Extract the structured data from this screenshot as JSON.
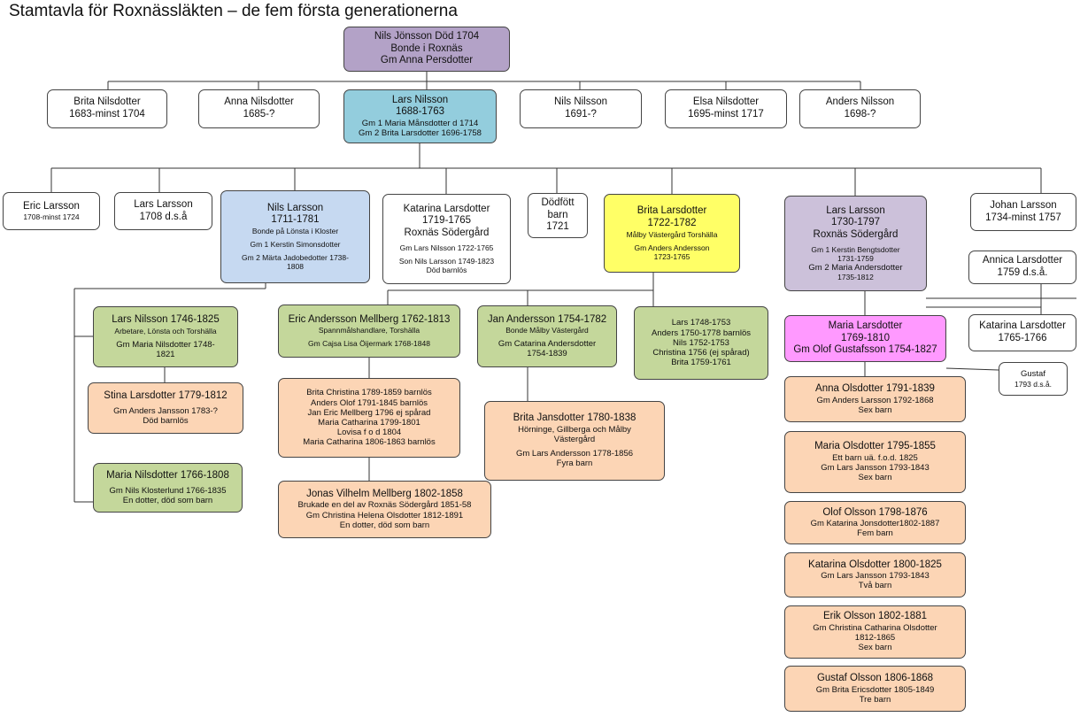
{
  "title": "Stamtavla för Roxnässläkten – de fem första generationerna",
  "nodes": {
    "nils_jonsson": {
      "lines": [
        "Nils Jönsson Död 1704",
        "Bonde i Roxnäs",
        "Gm Anna Persdotter"
      ]
    },
    "brita_nilsdotter": {
      "lines": [
        "Brita Nilsdotter",
        "1683-minst 1704"
      ]
    },
    "anna_nilsdotter": {
      "lines": [
        "Anna Nilsdotter",
        "1685-?"
      ]
    },
    "lars_nilsson": {
      "lines": [
        "Lars Nilsson",
        "1688-1763",
        "Gm 1 Maria Månsdotter d 1714",
        "Gm 2 Brita Larsdotter 1696-1758"
      ]
    },
    "nils_nilsson": {
      "lines": [
        "Nils Nilsson",
        "1691-?"
      ]
    },
    "elsa_nilsdotter": {
      "lines": [
        "Elsa Nilsdotter",
        "1695-minst 1717"
      ]
    },
    "anders_nilsson": {
      "lines": [
        "Anders Nilsson",
        "1698-?"
      ]
    },
    "eric_larsson": {
      "lines": [
        "Eric Larsson",
        "1708-minst 1724"
      ]
    },
    "lars_larsson_1708": {
      "lines": [
        "Lars Larsson",
        "1708 d.s.å"
      ]
    },
    "nils_larsson": {
      "lines": [
        "Nils Larsson",
        "1711-1781",
        "Bonde på Lönsta i Kloster",
        "Gm 1 Kerstin Simonsdotter",
        "Gm 2 Märta Jadobedotter 1738-",
        "1808"
      ]
    },
    "katarina_larsdotter_1719": {
      "lines": [
        "Katarina Larsdotter",
        "1719-1765",
        "Roxnäs Södergård",
        "Gm Lars Nilsson 1722-1765",
        "Son Nils Larsson 1749-1823",
        "Död barnlös"
      ]
    },
    "dodfott_barn": {
      "lines": [
        "Dödfött",
        "barn",
        "1721"
      ]
    },
    "brita_larsdotter": {
      "lines": [
        "Brita Larsdotter",
        "1722-1782",
        "Målby Västergård Torshälla",
        "Gm Anders Andersson",
        "1723-1765"
      ]
    },
    "lars_larsson_1730": {
      "lines": [
        "Lars Larsson",
        "1730-1797",
        "Roxnäs Södergård",
        "Gm 1 Kerstin Bengtsdotter",
        "1731-1759",
        "Gm 2 Maria Andersdotter",
        "1735-1812"
      ]
    },
    "johan_larsson": {
      "lines": [
        "Johan Larsson",
        "1734-minst 1757"
      ]
    },
    "annica_larsdotter": {
      "lines": [
        "Annica Larsdotter",
        "1759 d.s.å."
      ]
    },
    "katarina_larsdotter_1765": {
      "lines": [
        "Katarina Larsdotter",
        "1765-1766"
      ]
    },
    "lars_nilsson_1746": {
      "lines": [
        "Lars Nilsson 1746-1825",
        "Arbetare, Lönsta och Torshälla",
        "Gm Maria Nilsdotter 1748-",
        "1821"
      ]
    },
    "stina_larsdotter": {
      "lines": [
        "Stina Larsdotter 1779-1812",
        "Gm Anders Jansson 1783-?",
        "Död barnlös"
      ]
    },
    "maria_nilsdotter": {
      "lines": [
        "Maria Nilsdotter 1766-1808",
        "Gm Nils Klosterlund 1766-1835",
        "En dotter, död som barn"
      ]
    },
    "eric_andersson": {
      "lines": [
        "Eric Andersson Mellberg 1762-1813",
        "Spannmålshandlare, Torshälla",
        "Gm Cajsa Lisa Öijermark 1768-1848"
      ]
    },
    "mellberg_children": {
      "lines": [
        "Brita Christina 1789-1859 barnlös",
        "Anders Olof 1791-1845 barnlös",
        "Jan Eric Mellberg 1796 ej spårad",
        "Maria Catharina 1799-1801",
        "Lovisa f o d 1804",
        "Maria Catharina 1806-1863 barnlös"
      ]
    },
    "jonas_vilhelm": {
      "lines": [
        "Jonas Vilhelm Mellberg 1802-1858",
        "Brukade en del av Roxnäs Södergård 1851-58",
        "Gm Christina Helena Olsdotter 1812-1891",
        "En dotter, död som barn"
      ]
    },
    "jan_andersson": {
      "lines": [
        "Jan Andersson 1754-1782",
        "Bonde Målby Västergård",
        "Gm Catarina Andersdotter",
        "1754-1839"
      ]
    },
    "brita_jansdotter": {
      "lines": [
        "Brita Jansdotter 1780-1838",
        "Hörninge, Gillberga och Målby",
        "Västergård",
        "Gm Lars Andersson 1778-1856",
        "Fyra barn"
      ]
    },
    "lars_1748_group": {
      "lines": [
        "Lars 1748-1753",
        "Anders 1750-1778 barnlös",
        "Nils 1752-1753",
        "Christina 1756 (ej spårad)",
        "Brita 1759-1761"
      ]
    },
    "maria_larsdotter": {
      "lines": [
        "Maria Larsdotter",
        "1769-1810",
        "Gm Olof Gustafsson 1754-1827"
      ]
    },
    "gustaf": {
      "lines": [
        "Gustaf",
        "1793 d.s.å."
      ]
    },
    "anna_olsdotter": {
      "lines": [
        "Anna Olsdotter 1791-1839",
        "Gm Anders Larsson 1792-1868",
        "Sex barn"
      ]
    },
    "maria_olsdotter": {
      "lines": [
        "Maria Olsdotter 1795-1855",
        "Ett barn uä. f.o.d. 1825",
        "Gm Lars Jansson 1793-1843",
        "Sex barn"
      ]
    },
    "olof_olsson": {
      "lines": [
        "Olof Olsson 1798-1876",
        "Gm Katarina Jonsdotter1802-1887",
        "Fem barn"
      ]
    },
    "katarina_olsdotter": {
      "lines": [
        "Katarina Olsdotter 1800-1825",
        "Gm Lars Jansson 1793-1843",
        "Två barn"
      ]
    },
    "erik_olsson": {
      "lines": [
        "Erik Olsson 1802-1881",
        "Gm Christina Catharina Olsdotter",
        "1812-1865",
        "Sex barn"
      ]
    },
    "gustaf_olsson": {
      "lines": [
        "Gustaf Olsson 1806-1868",
        "Gm Brita Ericsdotter 1805-1849",
        "Tre barn"
      ]
    }
  }
}
